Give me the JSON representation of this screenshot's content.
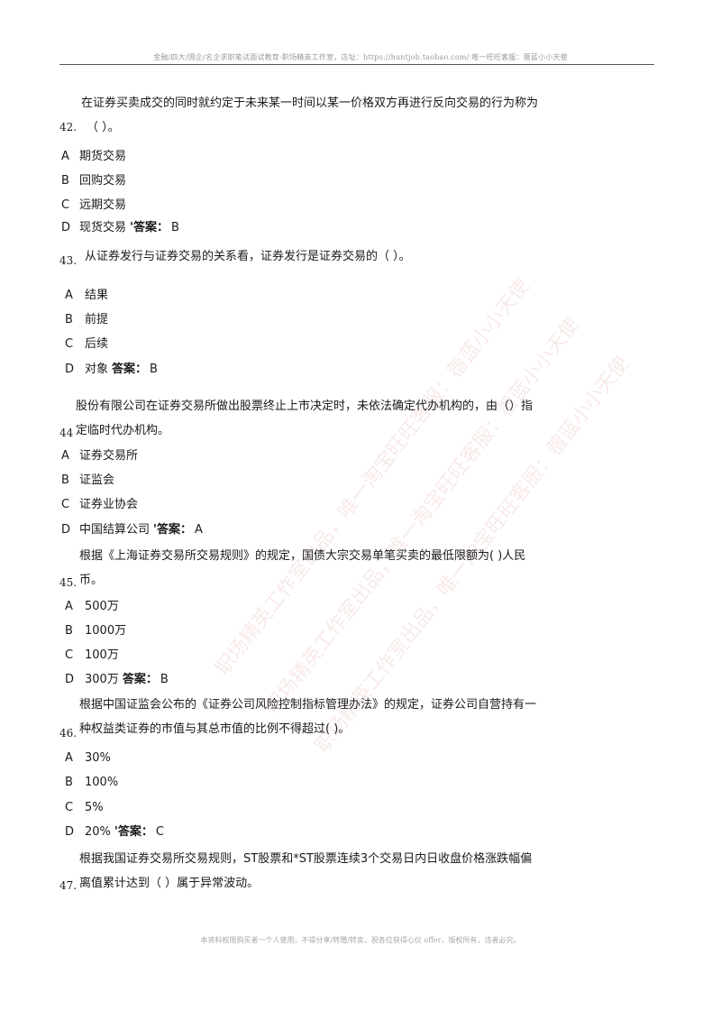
{
  "header": "金融/四大/国企/名企求职笔试面试教育-职场精英工作室，店址：https://huntjob.taobao.com/ 唯一旺旺客服：蓿蓝小小天使",
  "footer": "本资料权限购买者一个人使用，不得分享/转赠/转卖，祝各位获得心仪 offer，版权所有，违者必究。",
  "watermark": [
    "职场精英工作室出品，唯一淘宝旺旺客服：蓿蓝小小天使",
    "职场精英工作室出品，唯一淘宝旺旺客服：蓿蓝小小天使",
    "职场精英工作室出品，唯一淘宝旺旺客服：蓿蓝小小天使"
  ],
  "questions": [
    {
      "number": "42.",
      "stem": [
        "在证券买卖成交的同时就约定于未来某一时间以某一价格双方再进行反向交易的行为称为",
        "（ ）。"
      ],
      "options": [
        {
          "letter": "A",
          "text": "期货交易"
        },
        {
          "letter": "B",
          "text": "回购交易"
        },
        {
          "letter": "C",
          "text": "远期交易"
        },
        {
          "letter": "D",
          "text": "现货交易"
        }
      ],
      "answer_label": "'答案：",
      "answer": "B"
    },
    {
      "number": "43.",
      "stem": [
        "从证券发行与证券交易的关系看，证券发行是证券交易的（ ）。"
      ],
      "options": [
        {
          "letter": "A",
          "text": "结果"
        },
        {
          "letter": "B",
          "text": "前提"
        },
        {
          "letter": "C",
          "text": "后续"
        },
        {
          "letter": "D",
          "text": "对象"
        }
      ],
      "answer_label": "答案：",
      "answer": "B"
    },
    {
      "number": "44",
      "stem": [
        "股份有限公司在证券交易所做出股票终止上市决定时，未依法确定代办机构的，由（）指",
        "定临时代办机构。"
      ],
      "options": [
        {
          "letter": "A",
          "text": "证券交易所"
        },
        {
          "letter": "B",
          "text": "证监会"
        },
        {
          "letter": "C",
          "text": "证券业协会"
        },
        {
          "letter": "D",
          "text": "中国结算公司"
        }
      ],
      "answer_label": "'答案：",
      "answer": "A"
    },
    {
      "number": "45.",
      "stem": [
        "根据《上海证券交易所交易规则》的规定，国债大宗交易单笔买卖的最低限额为( )人民",
        "币。"
      ],
      "options": [
        {
          "letter": "A",
          "text": "500万"
        },
        {
          "letter": "B",
          "text": "1000万"
        },
        {
          "letter": "C",
          "text": "100万"
        },
        {
          "letter": "D",
          "text": "300万"
        }
      ],
      "answer_label": "答案：",
      "answer": "B"
    },
    {
      "number": "46.",
      "stem": [
        "根据中国证监会公布的《证券公司风险控制指标管理办法》的规定，证券公司自营持有一",
        "种权益类证券的市值与其总市值的比例不得超过( )。"
      ],
      "options": [
        {
          "letter": "A",
          "text": "30%"
        },
        {
          "letter": "B",
          "text": "100%"
        },
        {
          "letter": "C",
          "text": "5%"
        },
        {
          "letter": "D",
          "text": "20%"
        }
      ],
      "answer_label": "'答案：",
      "answer": "C"
    },
    {
      "number": "47.",
      "stem": [
        "根据我国证券交易所交易规则，ST股票和*ST股票连续3个交易日内日收盘价格涨跌幅偏",
        "离值累计达到（ ）属于异常波动。"
      ],
      "options": [],
      "answer_label": "",
      "answer": ""
    }
  ]
}
